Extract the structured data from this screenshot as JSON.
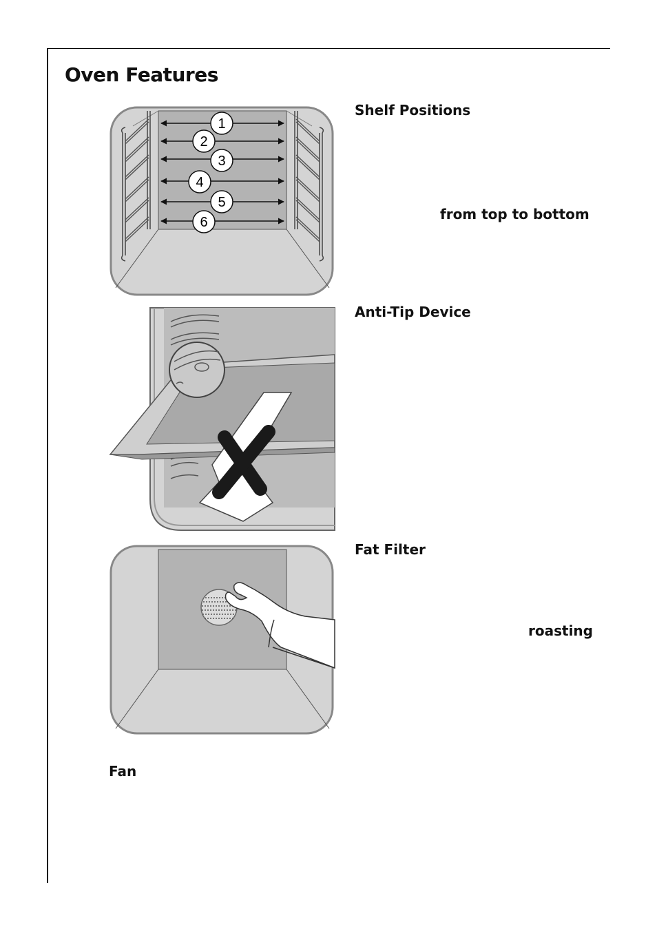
{
  "page": {
    "title": "Oven Features"
  },
  "sections": {
    "shelf_positions": {
      "heading": "Shelf Positions",
      "emphasis": "from top to bottom",
      "shelf_numbers": [
        "1",
        "2",
        "3",
        "4",
        "5",
        "6"
      ]
    },
    "anti_tip": {
      "heading": "Anti-Tip Device"
    },
    "fat_filter": {
      "heading": "Fat Filter",
      "emphasis": "roasting"
    },
    "fan": {
      "heading": "Fan"
    }
  },
  "colors": {
    "panel_fill": "#d4d4d4",
    "back_wall": "#b3b3b3",
    "outline": "#777777",
    "ink": "#111111"
  }
}
